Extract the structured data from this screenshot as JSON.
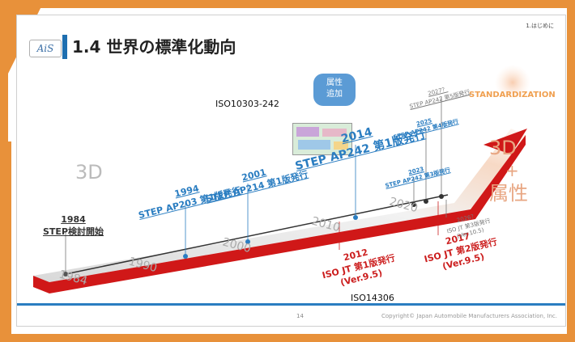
{
  "slide": {
    "section_label": "1.はじめに",
    "logo_text": "AiS",
    "title": "1.4 世界の標準化動向",
    "page_number": "14",
    "copyright": "Copyright© Japan Automobile Manufacturers Association, Inc."
  },
  "labels": {
    "iso10303": "ISO10303-242",
    "iso14306": "ISO14306",
    "dimension_3d": "3D",
    "attr_3d": "3D",
    "attr_plus": "+",
    "attr_word": "属性",
    "bubble_line1": "属性",
    "bubble_line2": "追加",
    "standardization": "STANDARDIZATION"
  },
  "timeline_years": [
    "1984",
    "1990",
    "2000",
    "2010",
    "2020"
  ],
  "milestones": {
    "m1984": {
      "year": "1984",
      "text": "STEP検討開始"
    },
    "m1994": {
      "year": "1994",
      "text": "STEP AP203 第1版発行"
    },
    "m2001": {
      "year": "2001",
      "text": "STEP AP214 第1版発行"
    },
    "m2014": {
      "year": "2014",
      "text": "STEP AP242 第1版発行"
    },
    "m2023": {
      "year": "2023",
      "text": "STEP AP242 第3版発行"
    },
    "m2025": {
      "year": "2025",
      "text": "STEP AP242 第4版発行"
    },
    "m2027": {
      "year": "2027？",
      "text": "STEP AP242 第5版発行"
    },
    "m2012": {
      "year": "2012",
      "text": "ISO JT 第1版発行",
      "version": "(Ver.9.5)"
    },
    "m2017": {
      "year": "2017",
      "text": "ISO JT 第2版発行",
      "version": "(Ver.9.5)"
    },
    "m2026": {
      "year": "2026？",
      "text": "ISO JT 第3版発行",
      "version": "(Ver.10.5)"
    }
  },
  "colors": {
    "frame": "#e8913a",
    "title_accent": "#1e6fb0",
    "step_blue": "#2a7dc1",
    "jt_red": "#cc1f1f",
    "road": "#d01818",
    "attr_orange": "#e8a682"
  }
}
